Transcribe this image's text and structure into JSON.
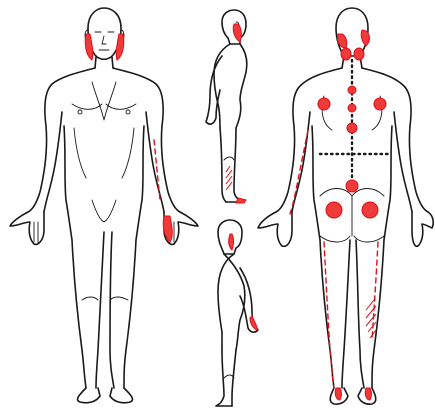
{
  "colors": {
    "ink": "#1a1a1a",
    "pain_marker": "#e0101a",
    "pain_fill": "#ef3a3a",
    "background": "#ffffff"
  },
  "views": [
    {
      "name": "front-view"
    },
    {
      "name": "side-view-right"
    },
    {
      "name": "side-view-left"
    },
    {
      "name": "back-view"
    }
  ]
}
